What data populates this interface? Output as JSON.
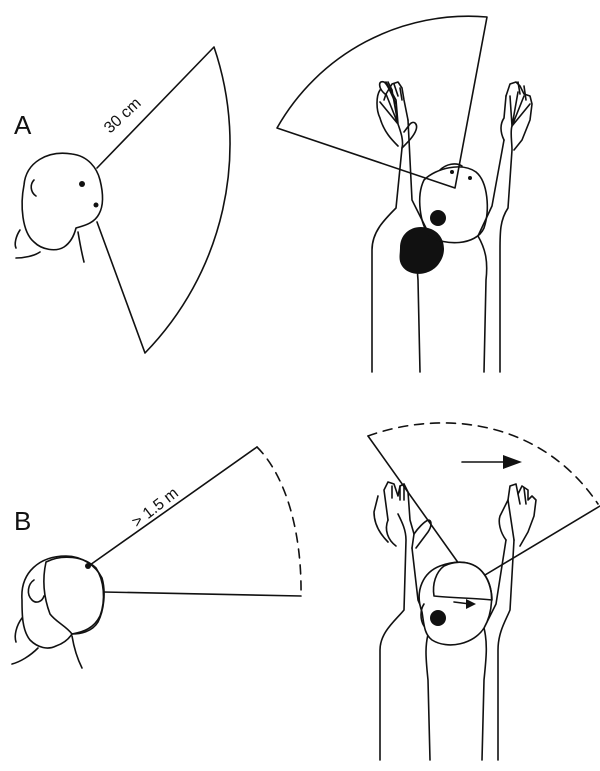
{
  "panels": [
    {
      "label": "A",
      "distance": "30 cm"
    },
    {
      "label": "B",
      "distance": "> 1.5 m"
    }
  ],
  "colors": {
    "ink": "#111111",
    "background": "#ffffff"
  },
  "icons": {
    "head_side": "monkey-head-profile-icon",
    "head_top": "monkey-body-top-view-icon",
    "arrow": "right-arrow-icon"
  }
}
